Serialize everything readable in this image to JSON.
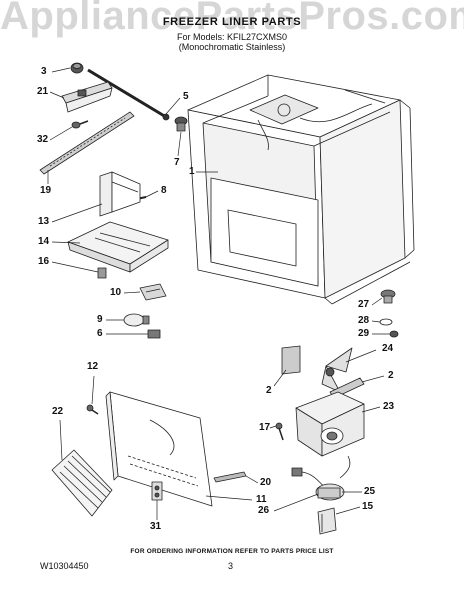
{
  "watermark": "AppliancePartsPros.com",
  "title": "FREEZER LINER PARTS",
  "models_line1": "For Models: KFIL27CXMS0",
  "models_line2": "(Monochromatic Stainless)",
  "callouts": [
    "3",
    "21",
    "32",
    "19",
    "5",
    "7",
    "1",
    "8",
    "13",
    "14",
    "16",
    "10",
    "9",
    "6",
    "27",
    "28",
    "29",
    "24",
    "2",
    "2",
    "23",
    "17",
    "12",
    "22",
    "20",
    "11",
    "26",
    "25",
    "15",
    "31"
  ],
  "footer_note": "FOR ORDERING INFORMATION REFER TO PARTS PRICE LIST",
  "doc_number": "W10304450",
  "page_number": "3"
}
